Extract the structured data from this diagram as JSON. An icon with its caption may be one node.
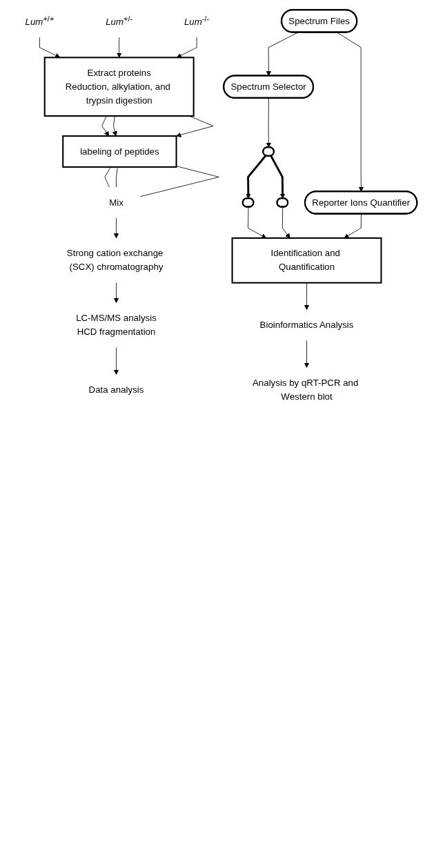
{
  "diagram": {
    "nodes": [
      {
        "text": [
          "*Lum*$^{+/+}$"
        ]
      },
      {
        "text": [
          "*Lum*$^{+/-}$"
        ]
      },
      {
        "text": [
          "*Lum*$^{-/-}$"
        ]
      },
      {
        "text": [
          "Extract proteins",
          "Reduction, alkylation, and trypsin digestion"
        ]
      },
      {
        "text": [
          "labeling of peptides"
        ]
      },
      {
        "text": [
          "Mix"
        ]
      },
      {
        "text": [
          "Strong cation exchange (SCX) chromatography"
        ]
      },
      {
        "text": [
          "LC-MS/MS analysis",
          "HCD fragmentation"
        ]
      },
      {
        "text": [
          "Data analysis"
        ]
      },
      {
        "text": [
          "Spectrum Files"
        ]
      },
      {
        "text": [
          "Spectrum Selector"
        ]
      },
      {
        "text": [
          "Reporter Ions Quantifier"
        ]
      },
      {
        "text": [],
        "shape": "ellipse"
      },
      {
        "text": [],
        "shape": "ellipse"
      },
      {
        "text": [],
        "shape": "ellipse"
      },
      {
        "text": [
          "Identification and Quantification"
        ]
      },
      {
        "text": [
          "Bioinformatics Analysis"
        ]
      },
      {
        "text": [
          "Analysis by qRT-PCR and Western blot"
        ]
      }
    ],
    "edges": [
      {
        "from": 0,
        "to": 3,
        "arrow": "to"
      },
      {
        "from": 1,
        "to": 3,
        "arrow": "to"
      },
      {
        "from": 2,
        "to": 3,
        "arrow": "to"
      },
      {
        "from": 3,
        "to": 4,
        "arrow": "to"
      },
      {
        "from": 3,
        "to": 4,
        "arrow": "to"
      },
      {
        "from": 3,
        "to": 4,
        "arrow": "to"
      },
      {
        "from": 4,
        "to": 5,
        "arrow": "none"
      },
      {
        "from": 4,
        "to": 5,
        "arrow": "none"
      },
      {
        "from": 4,
        "to": 5,
        "arrow": "none"
      },
      {
        "from": 5,
        "to": 6,
        "arrow": "to"
      },
      {
        "from": 6,
        "to": 7,
        "arrow": "to"
      },
      {
        "from": 7,
        "to": 8,
        "arrow": "to"
      },
      {
        "from": 9,
        "to": 10,
        "arrow": "to"
      },
      {
        "from": 9,
        "to": 11,
        "arrow": "to"
      },
      {
        "from": 10,
        "to": 12,
        "arrow": "to"
      },
      {
        "from": 12,
        "to": 13,
        "arrow": "to",
        "style": "thick"
      },
      {
        "from": 12,
        "to": 14,
        "arrow": "to",
        "style": "thick"
      },
      {
        "from": 13,
        "to": 15,
        "arrow": "to"
      },
      {
        "from": 14,
        "to": 15,
        "arrow": "to"
      },
      {
        "from": 11,
        "to": 15,
        "arrow": "to"
      },
      {
        "from": 15,
        "to": 16,
        "arrow": "to"
      },
      {
        "from": 16,
        "to": 17,
        "arrow": "to"
      }
    ]
  }
}
